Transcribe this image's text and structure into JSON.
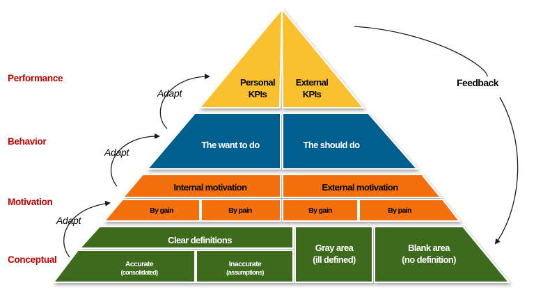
{
  "levels": {
    "performance": "Performance",
    "behavior": "Behavior",
    "motivation": "Motivation",
    "conceptual": "Conceptual"
  },
  "adapt_labels": [
    "Adapt",
    "Adapt",
    "Adapt"
  ],
  "feedback": "Feedback",
  "performance_tier": {
    "left": [
      "Personal",
      "KPIs"
    ],
    "right": [
      "External",
      "KPIs"
    ]
  },
  "behavior_tier": {
    "left": "The want to do",
    "right": "The should do"
  },
  "motivation_tier": {
    "internal": "Internal motivation",
    "external": "External motivation",
    "cells": [
      "By gain",
      "By pain",
      "By gain",
      "By pain"
    ]
  },
  "conceptual_tier": {
    "clear": "Clear definitions",
    "accurate": [
      "Accurate",
      "(consolidated)"
    ],
    "inaccurate": [
      "Inaccurate",
      "(assumptions)"
    ],
    "gray": [
      "Gray area",
      "(ill defined)"
    ],
    "blank": [
      "Blank area",
      "(no definition)"
    ]
  },
  "colors": {
    "performance": "#fbc02d",
    "behavior": "#005f8f",
    "motivation": "#f2700f",
    "conceptual": "#3d6b1d",
    "level_text": "#c00000"
  }
}
